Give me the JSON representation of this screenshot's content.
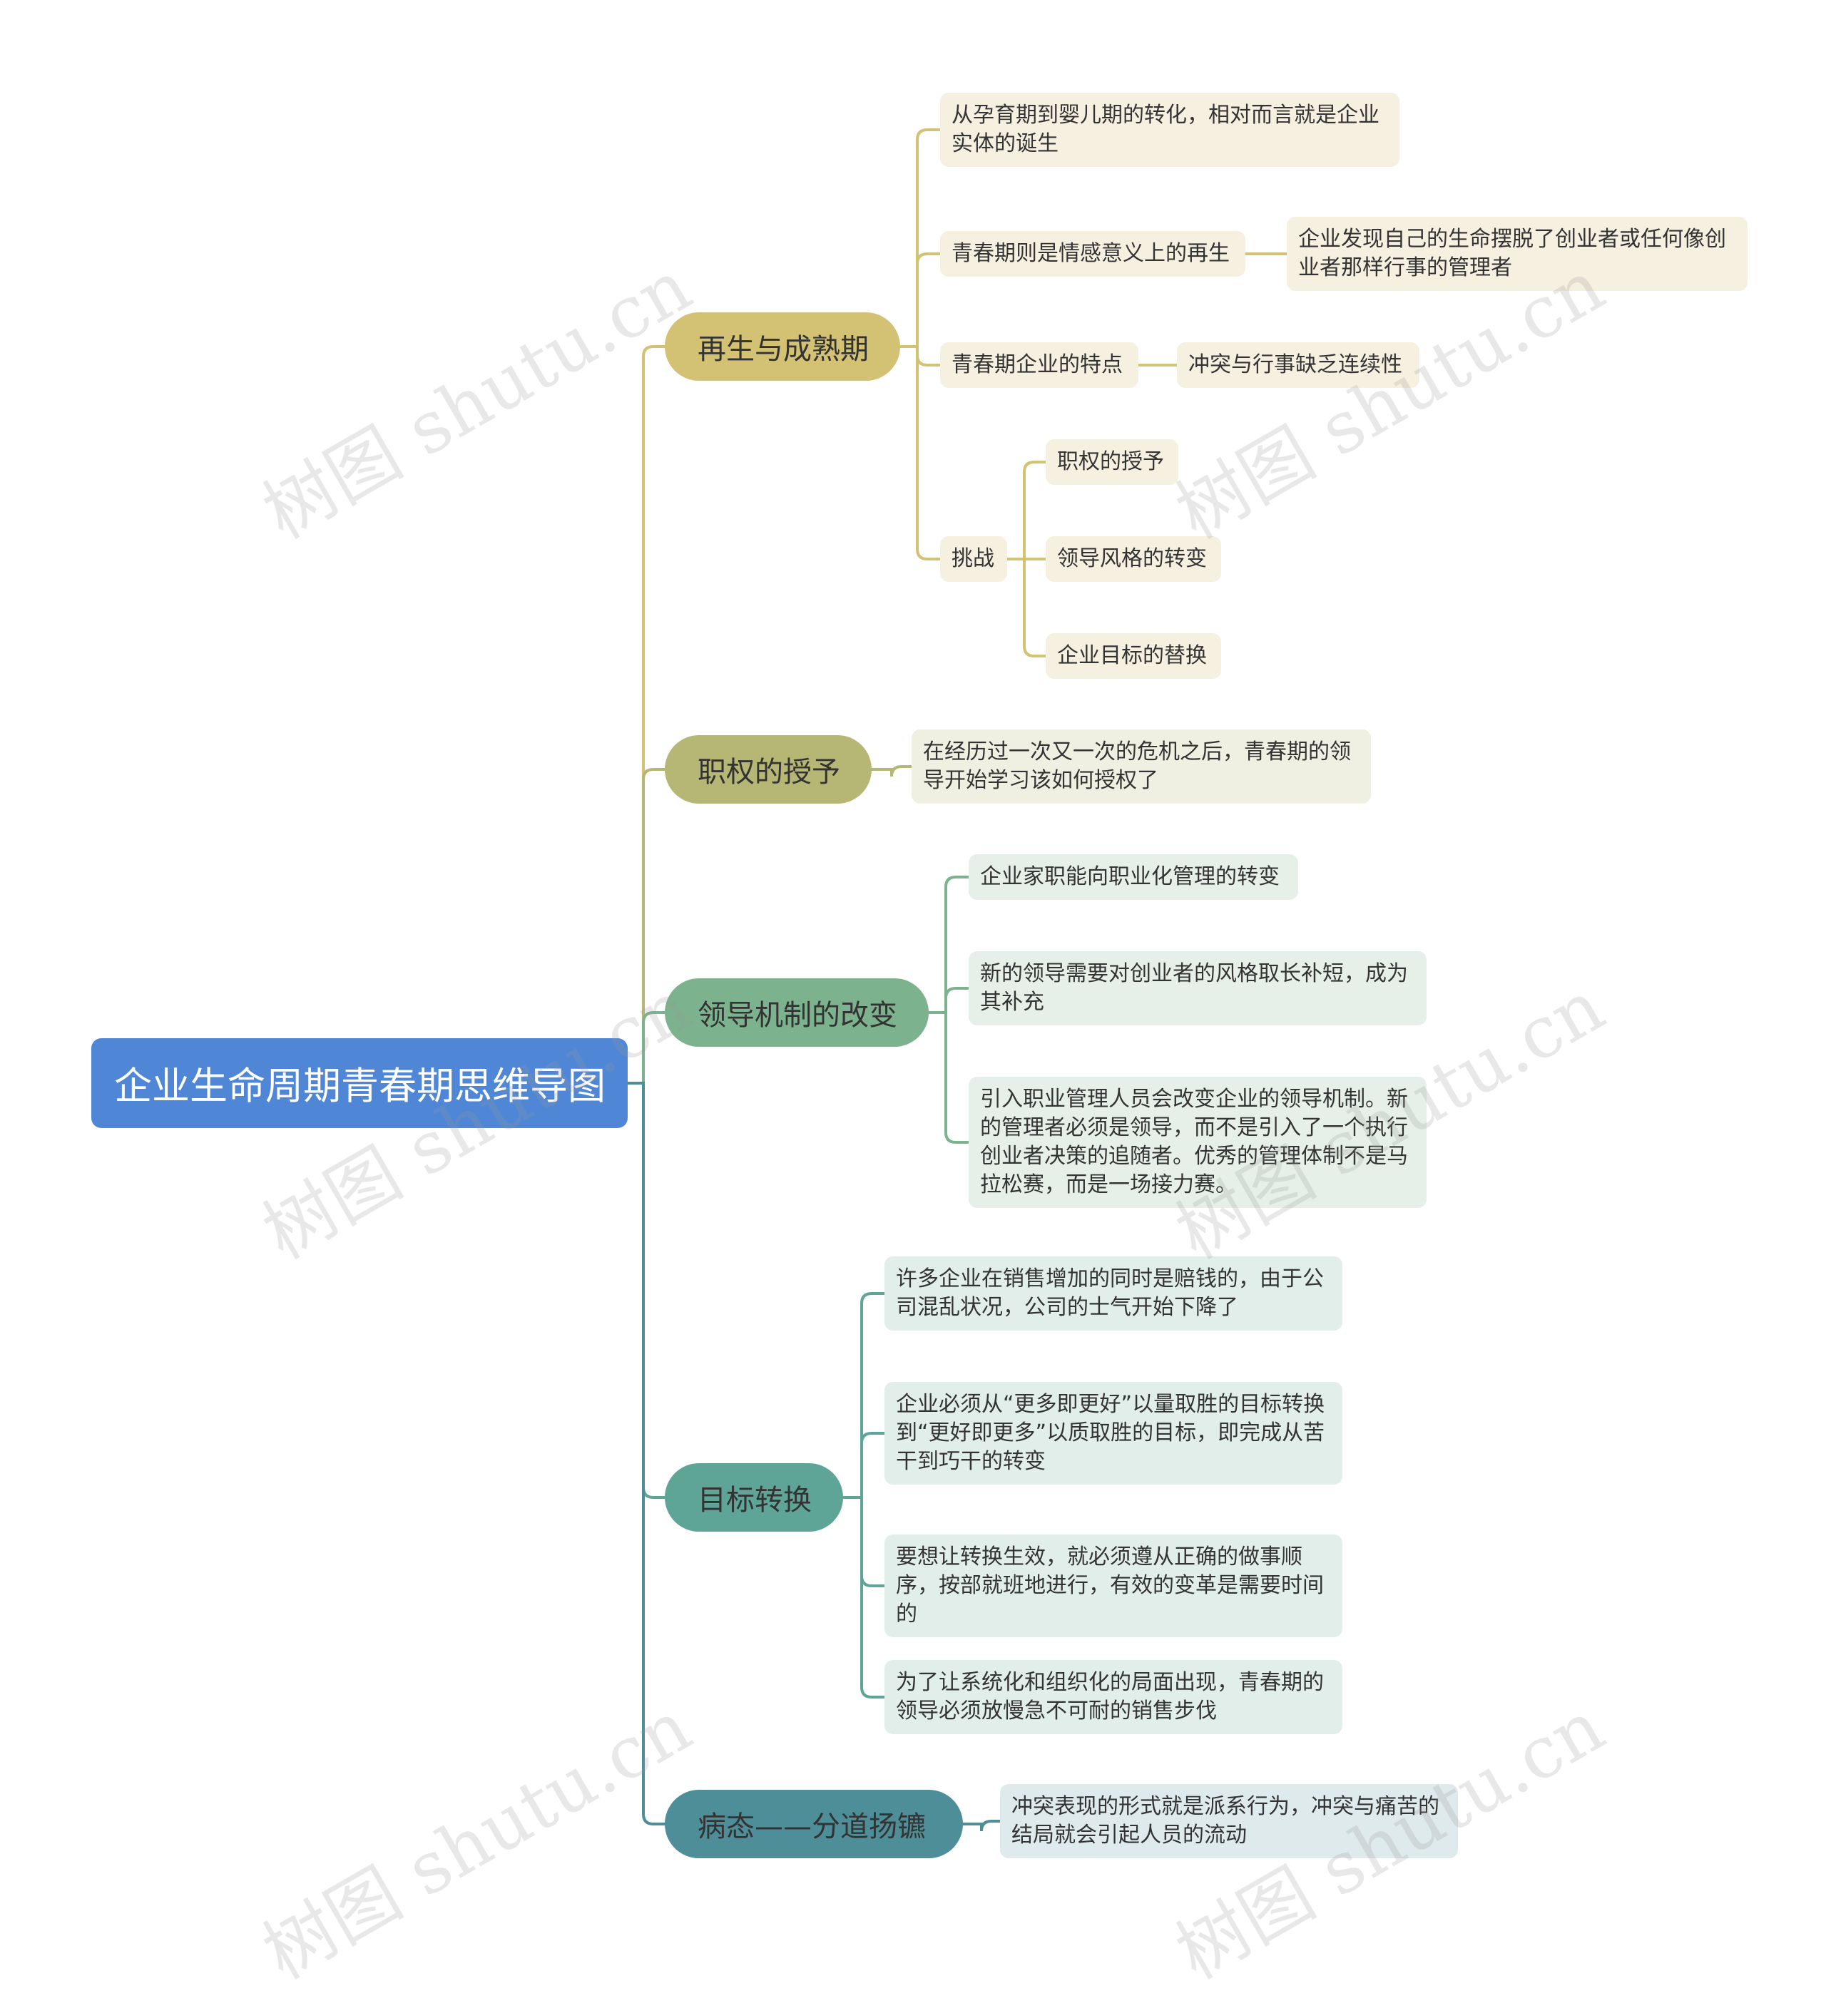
{
  "root": {
    "label": "企业生命周期青春期思维导图"
  },
  "colors": {
    "root": "#4f87d6",
    "b1": "#d4c274",
    "b2": "#b6b774",
    "b3": "#7cb38e",
    "b4": "#5ea597",
    "b5": "#4d8e98",
    "leaf1": "#f5f0df",
    "leaf2": "#f0f0e2",
    "leaf3": "#e6f0e8",
    "leaf4": "#e1eeea",
    "leaf5": "#dfeaec"
  },
  "branches": [
    {
      "label": "再生与成熟期",
      "children": [
        {
          "label": "从孕育期到婴儿期的转化，相对而言就是企业实体的诞生"
        },
        {
          "label": "青春期则是情感意义上的再生",
          "children": [
            {
              "label": "企业发现自己的生命摆脱了创业者或任何像创业者那样行事的管理者"
            }
          ]
        },
        {
          "label": "青春期企业的特点",
          "children": [
            {
              "label": "冲突与行事缺乏连续性"
            }
          ]
        },
        {
          "label": "挑战",
          "children": [
            {
              "label": "职权的授予"
            },
            {
              "label": "领导风格的转变"
            },
            {
              "label": "企业目标的替换"
            }
          ]
        }
      ]
    },
    {
      "label": "职权的授予",
      "children": [
        {
          "label": "在经历过一次又一次的危机之后，青春期的领导开始学习该如何授权了"
        }
      ]
    },
    {
      "label": "领导机制的改变",
      "children": [
        {
          "label": "企业家职能向职业化管理的转变"
        },
        {
          "label": "新的领导需要对创业者的风格取长补短，成为其补充"
        },
        {
          "label": "引入职业管理人员会改变企业的领导机制。新的管理者必须是领导，而不是引入了一个执行创业者决策的追随者。优秀的管理体制不是马拉松赛，而是一场接力赛。"
        }
      ]
    },
    {
      "label": "目标转换",
      "children": [
        {
          "label": "许多企业在销售增加的同时是赔钱的，由于公司混乱状况，公司的士气开始下降了"
        },
        {
          "label": "企业必须从“更多即更好”以量取胜的目标转换到“更好即更多”以质取胜的目标，即完成从苦干到巧干的转变"
        },
        {
          "label": "要想让转换生效，就必须遵从正确的做事顺序，按部就班地进行，有效的变革是需要时间的"
        },
        {
          "label": "为了让系统化和组织化的局面出现，青春期的领导必须放慢急不可耐的销售步伐"
        }
      ]
    },
    {
      "label": "病态——分道扬镳",
      "children": [
        {
          "label": "冲突表现的形式就是派系行为，冲突与痛苦的结局就会引起人员的流动"
        }
      ]
    }
  ],
  "watermark": "树图 shutu.cn"
}
